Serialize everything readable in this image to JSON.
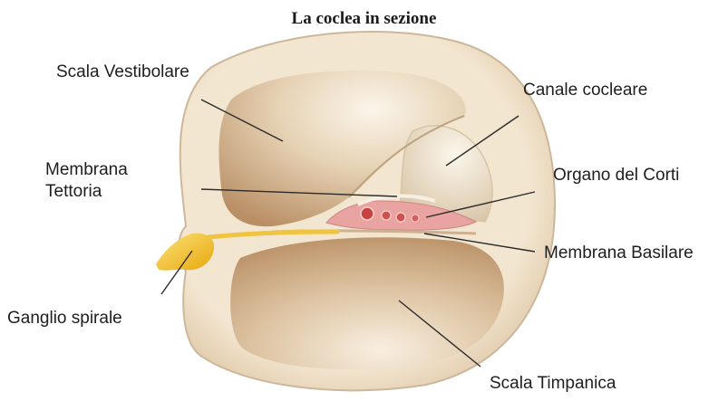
{
  "title": "La coclea in sezione",
  "labels": {
    "scala_vestibolare": "Scala Vestibolare",
    "canale_cocleare": "Canale cocleare",
    "membrana_tettoria_line1": "Membrana",
    "membrana_tettoria_line2": "Tettoria",
    "organo_del_corti": "Organo del Corti",
    "membrana_basilare": "Membrana Basilare",
    "ganglio_spirale": "Ganglio spirale",
    "scala_timpanica": "Scala Timpanica"
  },
  "colors": {
    "bone": "#f1e2cb",
    "bone_edge": "#cdb79a",
    "cavity_light": "#f7eedf",
    "cavity_dark": "#c9a57c",
    "organ_pink": "#e9a3a0",
    "organ_red": "#c8423f",
    "ganglion": "#f3c21a",
    "leader_line": "#2a2a2a"
  }
}
